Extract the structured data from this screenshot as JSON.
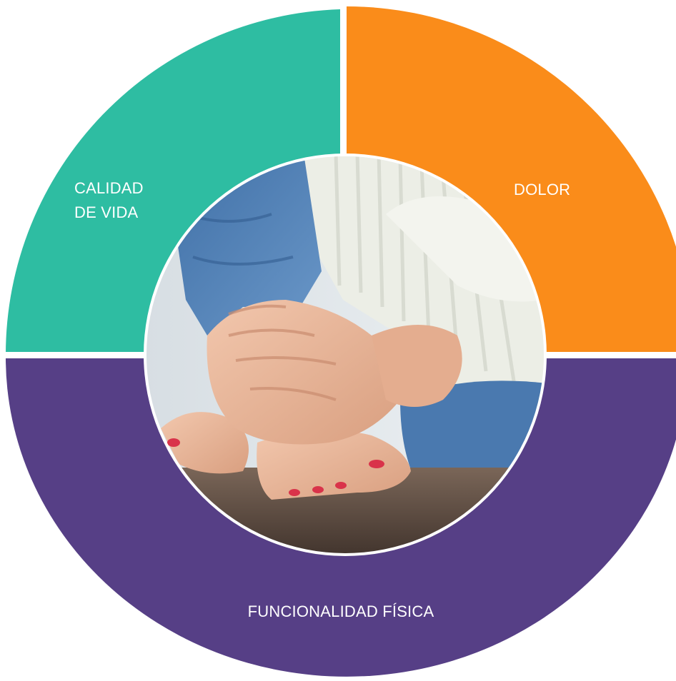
{
  "segments": {
    "calidad_de_vida": {
      "label_line1": "CALIDAD",
      "label_line2": "DE VIDA",
      "color": "#2EBDA2"
    },
    "dolor": {
      "label": "DOLOR",
      "color": "#FA8C1A"
    },
    "funcionalidad_fisica": {
      "label": "FUNCIONALIDAD FÍSICA",
      "color": "#563F86"
    }
  },
  "center_photo": {
    "icon": "hands-on-bare-feet-photo",
    "colors": {
      "wall": "#E4E9EC",
      "floor": "#5B4A40",
      "denim": "#4D7FB5",
      "sweater": "#ECEEE6",
      "skin": "#E9B79B",
      "nail_polish": "#D9334A"
    }
  }
}
